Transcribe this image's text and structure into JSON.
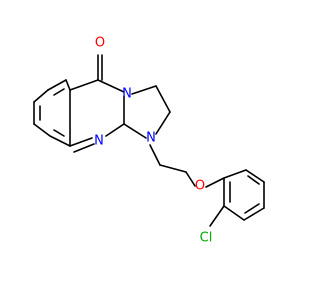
{
  "molecule": {
    "atoms": {
      "oxygen_carbonyl": {
        "symbol": "O",
        "color": "#ff0000"
      },
      "nitrogen_bridge": {
        "symbol": "N",
        "color": "#0000ff"
      },
      "nitrogen_ring": {
        "symbol": "N",
        "color": "#0000ff"
      },
      "nitrogen_amine": {
        "symbol": "N",
        "color": "#0000ff"
      },
      "oxygen_ether": {
        "symbol": "O",
        "color": "#ff0000"
      },
      "chlorine": {
        "symbol": "Cl",
        "color": "#00aa00"
      }
    },
    "bond_color": "#000000"
  }
}
